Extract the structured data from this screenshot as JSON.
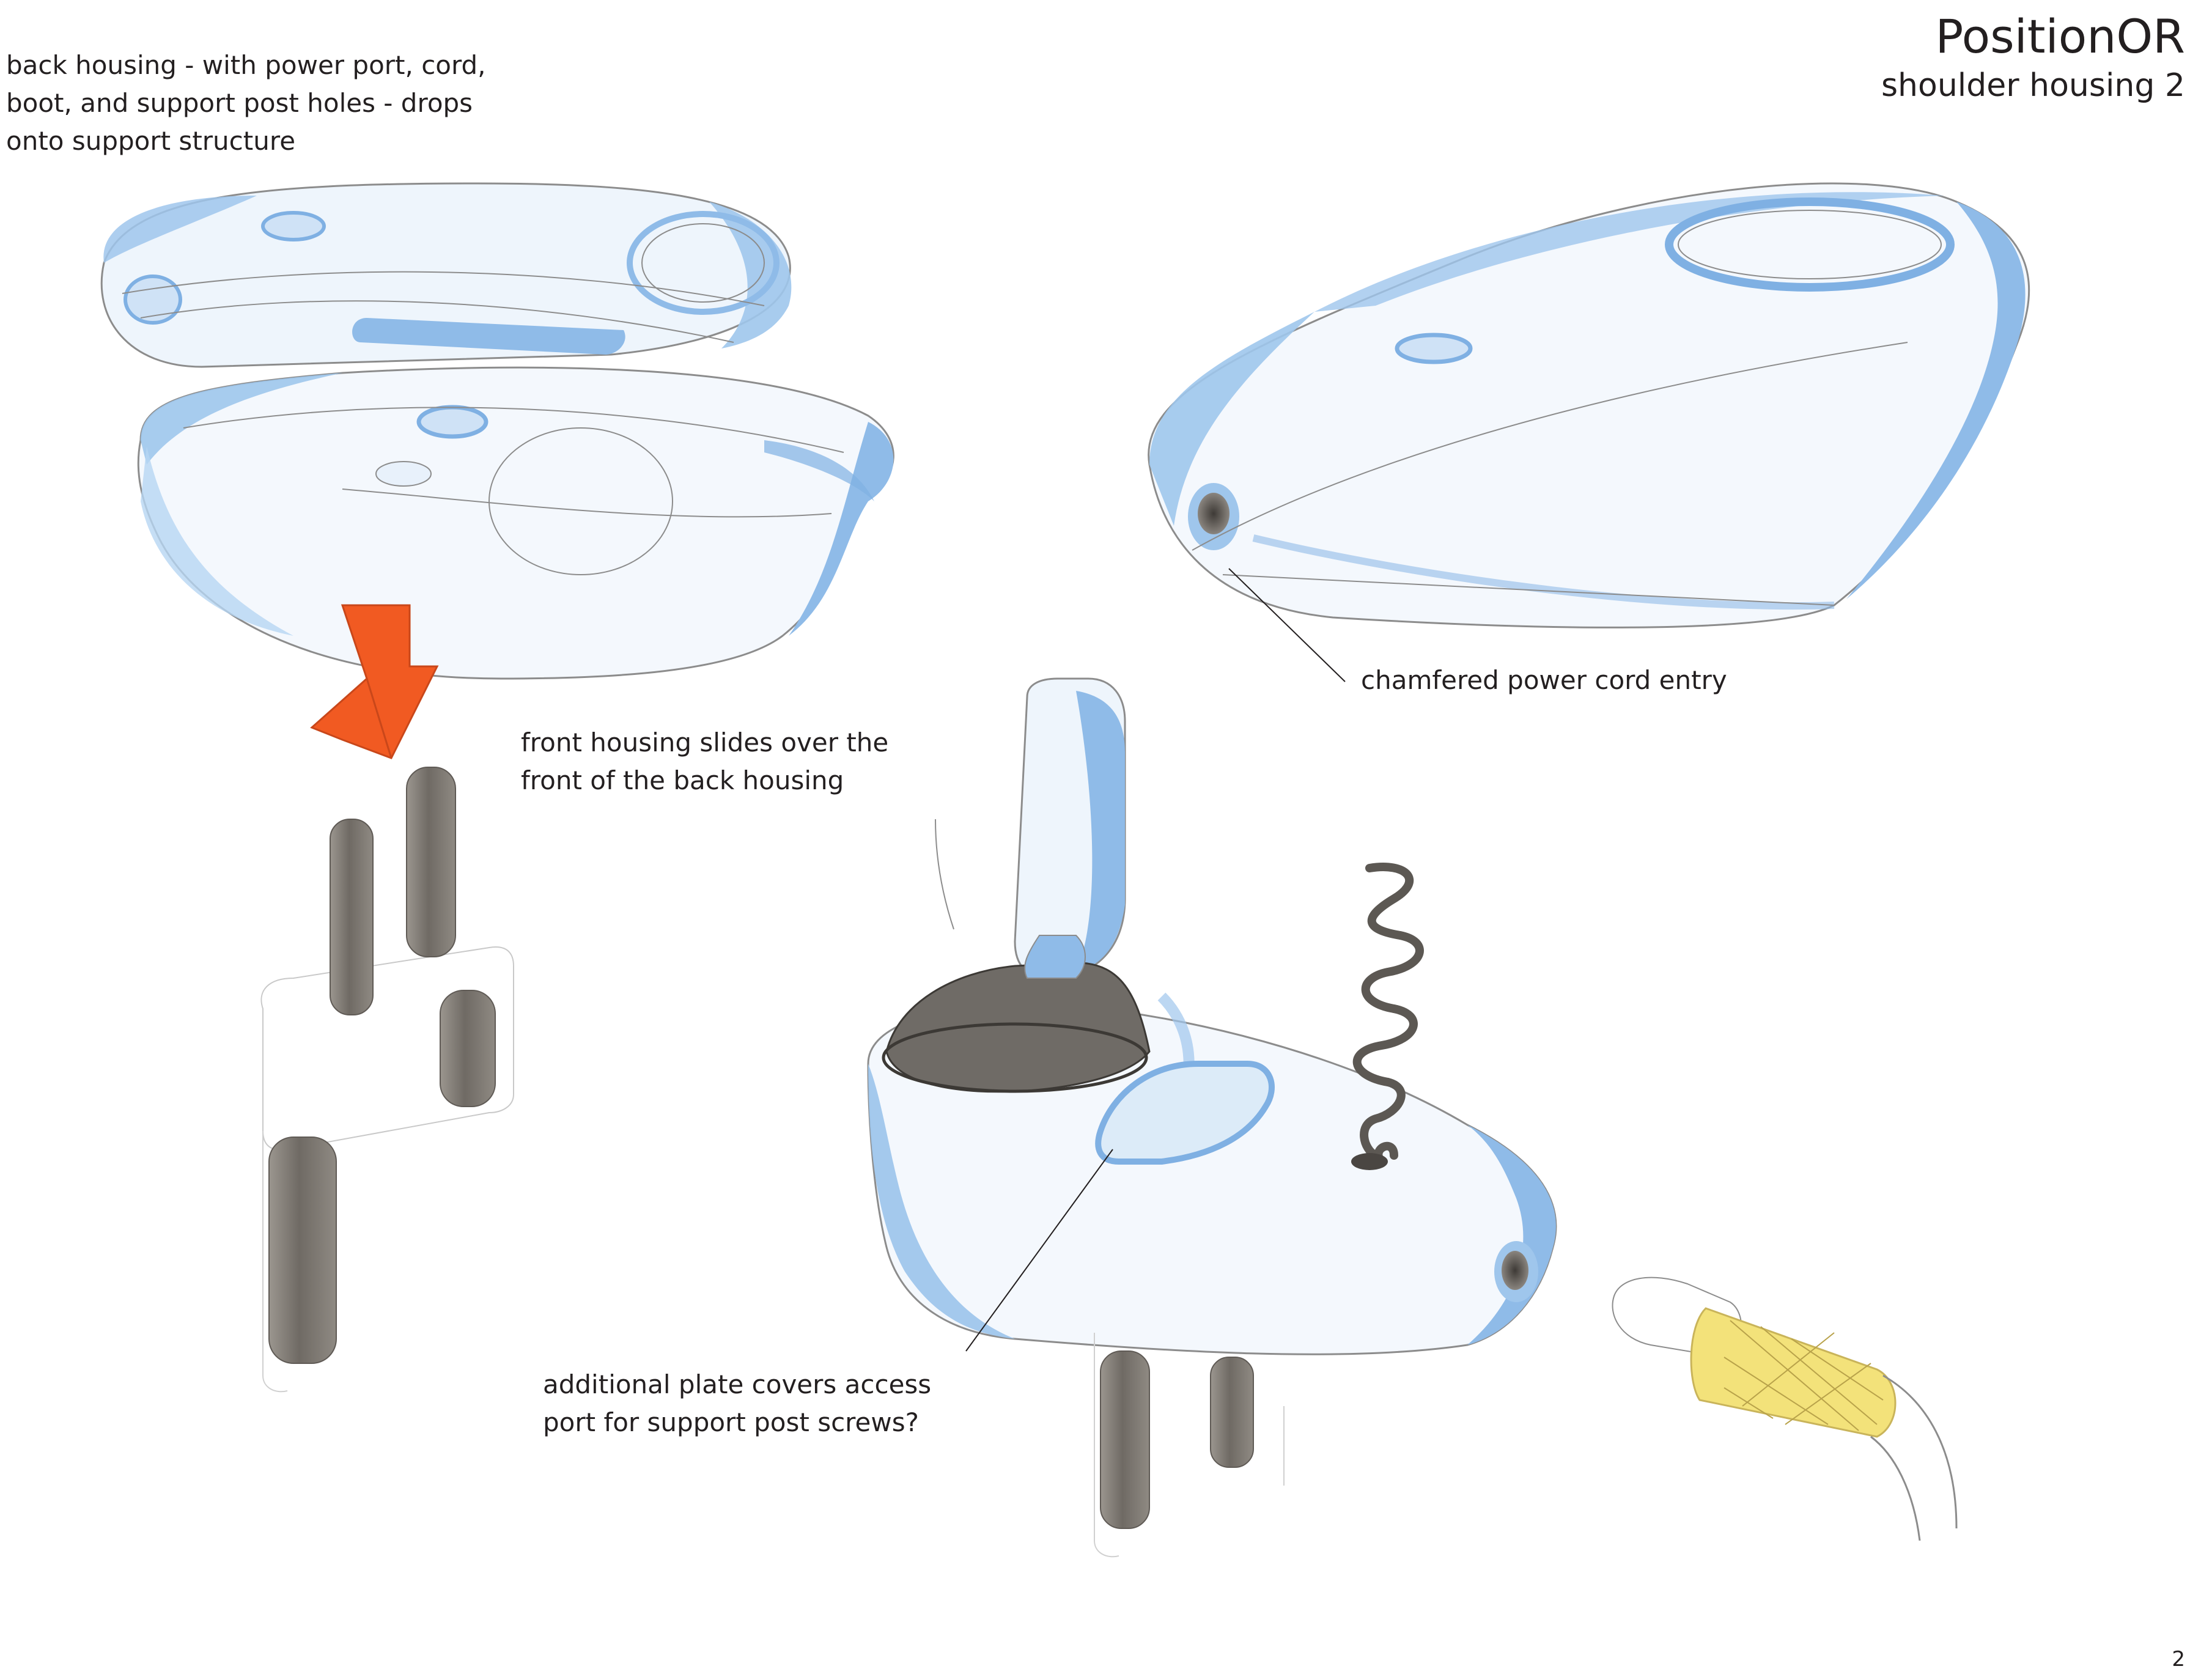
{
  "header": {
    "title": "PositionOR",
    "subtitle": "shoulder housing 2"
  },
  "annotations": {
    "back_housing": "back housing - with power port, cord,\nboot, and support post holes - drops\nonto support structure",
    "front_housing": "front housing slides over the\nfront of the back housing",
    "chamfered_entry": "chamfered power cord entry",
    "additional_plate": "additional plate covers access\nport for support post screws?"
  },
  "footer": {
    "page_number": "2"
  },
  "colors": {
    "housing_blue": "#9fc6ec",
    "housing_blue_dark": "#7fb0e3",
    "arrow_orange": "#f15a22",
    "post_gray": "#85807a",
    "boot_dark": "#6f6b66",
    "cord_yellow": "#f3e27a",
    "pencil": "#8c8c8c"
  }
}
